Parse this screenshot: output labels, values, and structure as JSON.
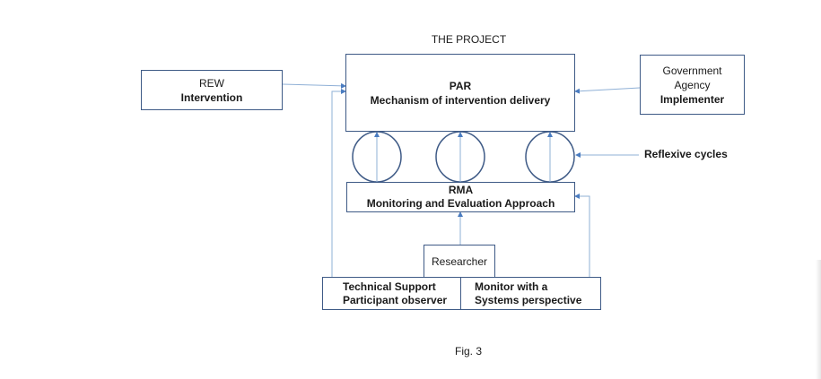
{
  "diagram": {
    "title": "THE PROJECT",
    "caption": "Fig. 3",
    "colors": {
      "box_border": "#3e5a86",
      "connector": "#8fb0d6",
      "arrow": "#4a7cc0"
    },
    "nodes": {
      "rew": {
        "line1": "REW",
        "line2": "Intervention"
      },
      "par": {
        "line1": "PAR",
        "line2": "Mechanism of intervention delivery"
      },
      "gov": {
        "line1": "Government",
        "line2": "Agency",
        "line3": "Implementer"
      },
      "reflexive": {
        "label": "Reflexive cycles"
      },
      "rma": {
        "line1": "RMA",
        "line2": "Monitoring and Evaluation Approach"
      },
      "researcher": {
        "label": "Researcher"
      },
      "tech": {
        "line1": "Technical Support",
        "line2": "Participant observer"
      },
      "monitor": {
        "line1": "Monitor with a",
        "line2": "Systems perspective"
      }
    },
    "edges": [
      {
        "from": "rew",
        "to": "par"
      },
      {
        "from": "gov",
        "to": "par"
      },
      {
        "from": "tech",
        "to": "par"
      },
      {
        "from": "monitor",
        "to": "rma"
      },
      {
        "from": "researcher",
        "to": "rma"
      },
      {
        "from": "reflexive",
        "to": "cycle-3"
      },
      {
        "from": "rma",
        "to": "par",
        "via": "cycle-1"
      },
      {
        "from": "rma",
        "to": "par",
        "via": "cycle-2"
      },
      {
        "from": "rma",
        "to": "par",
        "via": "cycle-3"
      }
    ]
  }
}
